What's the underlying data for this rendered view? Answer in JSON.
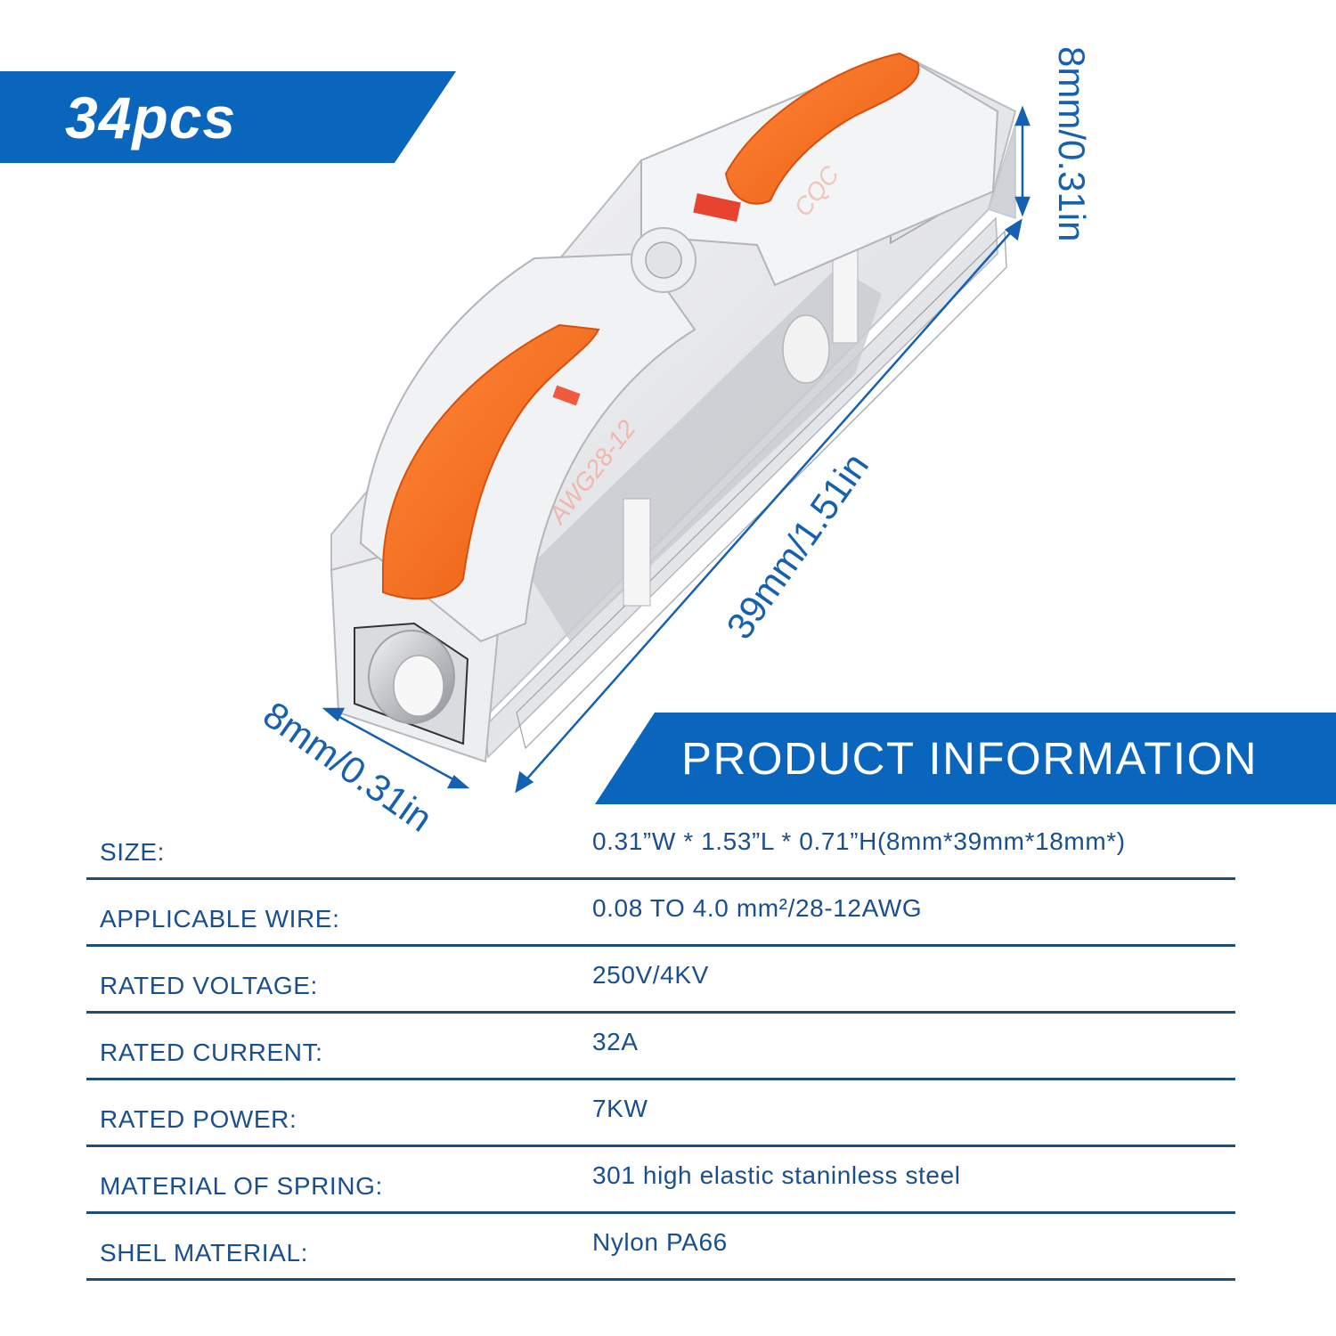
{
  "banner": {
    "quantity": "34pcs",
    "section_title": "PRODUCT INFORMATION"
  },
  "product": {
    "name": "Lever wire connector (transparent, orange levers)",
    "marking_1": "AWG28-12",
    "marking_2": "CQC"
  },
  "dimensions": {
    "height": "8mm/0.31in",
    "length": "39mm/1.51in",
    "width": "8mm/0.31in"
  },
  "specs": [
    {
      "label": "SIZE:",
      "value": "0.31”W * 1.53”L * 0.71”H(8mm*39mm*18mm*)"
    },
    {
      "label": "APPLICABLE WIRE:",
      "value": "0.08 TO 4.0 mm²/28-12AWG"
    },
    {
      "label": "RATED VOLTAGE:",
      "value": "250V/4KV"
    },
    {
      "label": "RATED CURRENT:",
      "value": "32A"
    },
    {
      "label": "RATED POWER:",
      "value": "7KW"
    },
    {
      "label": "MATERIAL OF SPRING:",
      "value": "301 high elastic staninless steel"
    },
    {
      "label": "SHEL MATERIAL:",
      "value": "Nylon PA66"
    }
  ],
  "colors": {
    "banner_blue": "#0a66bd",
    "dimension_blue": "#1560b0",
    "table_text": "#1a4f8f",
    "table_rule": "#1b4f7a",
    "lever_orange": "#f26a1b"
  }
}
